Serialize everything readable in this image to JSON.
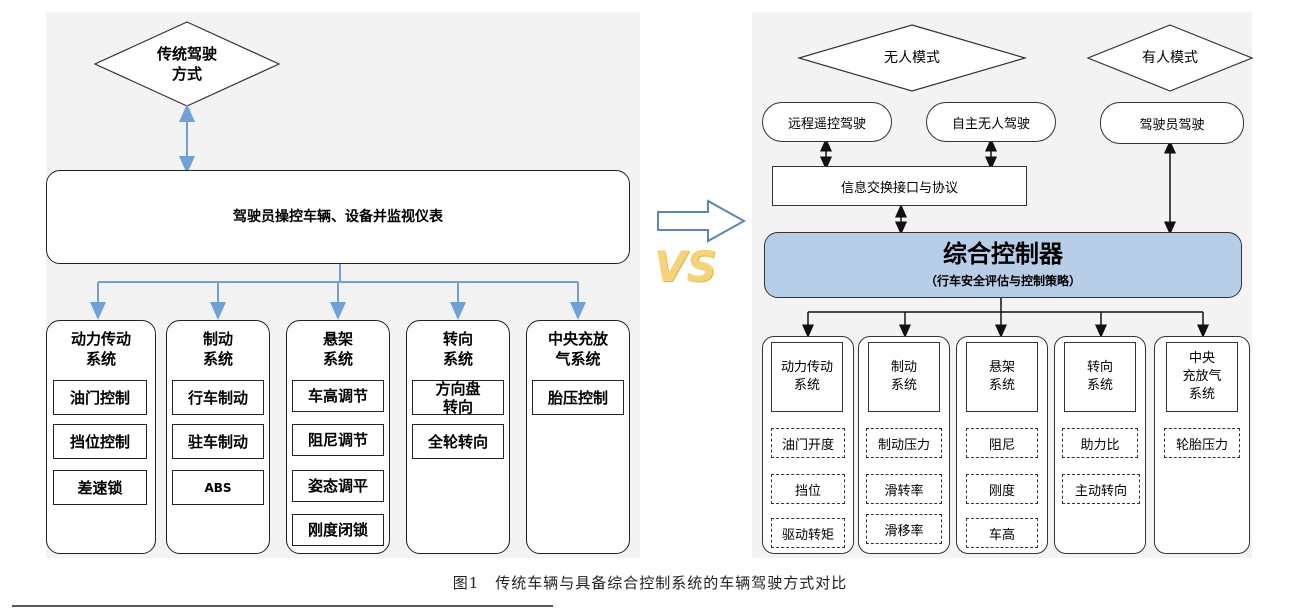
{
  "left": {
    "mode": "传统驾驶\n方式",
    "main_box": "驾驶员操控车辆、设备并监视仪表",
    "systems": [
      {
        "title": "动力传动\n系统",
        "items": [
          "油门控制",
          "挡位控制",
          "差速锁"
        ]
      },
      {
        "title": "制动\n系统",
        "items": [
          "行车制动",
          "驻车制动",
          "ABS"
        ]
      },
      {
        "title": "悬架\n系统",
        "items": [
          "车高调节",
          "阻尼调节",
          "姿态调平",
          "刚度闭锁"
        ]
      },
      {
        "title": "转向\n系统",
        "items": [
          "方向盘\n转向",
          "全轮转向"
        ]
      },
      {
        "title": "中央充放\n气系统",
        "items": [
          "胎压控制"
        ]
      }
    ]
  },
  "vs_label": "VS",
  "right": {
    "mode_unmanned": "无人模式",
    "mode_manned": "有人模式",
    "remote": "远程遥控驾驶",
    "autonomous": "自主无人驾驶",
    "driver": "驾驶员驾驶",
    "interface": "信息交换接口与协议",
    "controller_title": "综合控制器",
    "controller_subtitle": "（行车安全评估与控制策略）",
    "systems": [
      {
        "title": "动力传动\n系统",
        "items": [
          "油门开度",
          "挡位",
          "驱动转矩"
        ]
      },
      {
        "title": "制动\n系统",
        "items": [
          "制动压力",
          "滑转率",
          "滑移率"
        ]
      },
      {
        "title": "悬架\n系统",
        "items": [
          "阻尼",
          "刚度",
          "车高"
        ]
      },
      {
        "title": "转向\n系统",
        "items": [
          "助力比",
          "主动转向"
        ]
      },
      {
        "title": "中央\n充放气\n系统",
        "items": [
          "轮胎压力"
        ]
      }
    ]
  },
  "caption": "图1　传统车辆与具备综合控制系统的车辆驾驶方式对比",
  "colors": {
    "panel_bg": "#f3f3f3",
    "arrow_blue": "#6fa0d6",
    "controller_fill": "#b8cde8",
    "vs_yellow": "#f5d37a"
  }
}
